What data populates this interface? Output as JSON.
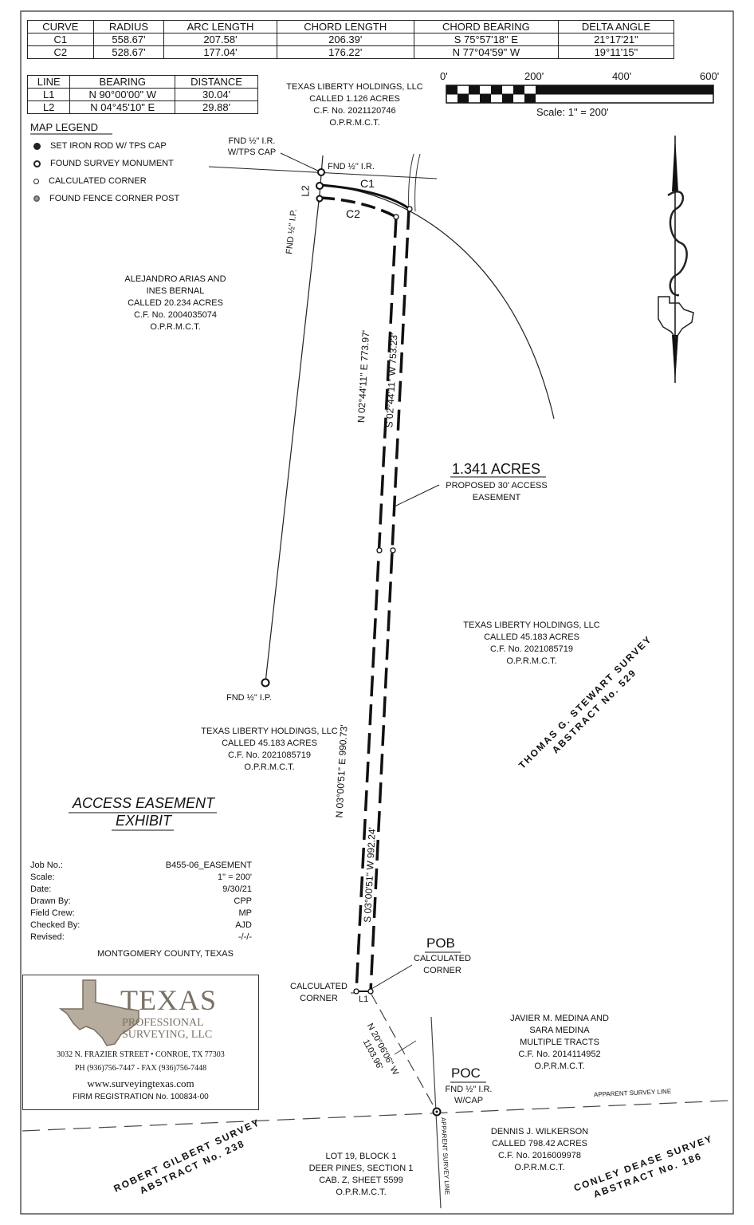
{
  "curve_table": {
    "headers": [
      "CURVE",
      "RADIUS",
      "ARC LENGTH",
      "CHORD LENGTH",
      "CHORD BEARING",
      "DELTA ANGLE"
    ],
    "rows": [
      [
        "C1",
        "558.67'",
        "207.58'",
        "206.39'",
        "S 75°57'18\" E",
        "21°17'21\""
      ],
      [
        "C2",
        "528.67'",
        "177.04'",
        "176.22'",
        "N 77°04'59\" W",
        "19°11'15\""
      ]
    ]
  },
  "line_table": {
    "headers": [
      "LINE",
      "BEARING",
      "DISTANCE"
    ],
    "rows": [
      [
        "L1",
        "N 90°00'00\" W",
        "30.04'"
      ],
      [
        "L2",
        "N 04°45'10\" E",
        "29.88'"
      ]
    ]
  },
  "scale": {
    "ticks": [
      "0'",
      "200'",
      "400'",
      "600'"
    ],
    "label": "Scale: 1\" = 200'"
  },
  "legend": {
    "title": "MAP LEGEND",
    "items": [
      "SET IRON ROD W/ TPS CAP",
      "FOUND SURVEY MONUMENT",
      "CALCULATED CORNER",
      "FOUND FENCE CORNER POST"
    ]
  },
  "owners": {
    "tlh_north": [
      "TEXAS LIBERTY HOLDINGS, LLC",
      "CALLED 1.126 ACRES",
      "C.F. No. 2021120746",
      "O.P.R.M.C.T."
    ],
    "arias": [
      "ALEJANDRO ARIAS AND",
      "INES BERNAL",
      "CALLED 20.234 ACRES",
      "C.F. No. 2004035074",
      "O.P.R.M.C.T."
    ],
    "tlh_east": [
      "TEXAS LIBERTY HOLDINGS, LLC",
      "CALLED 45.183 ACRES",
      "C.F. No. 2021085719",
      "O.P.R.M.C.T."
    ],
    "tlh_west": [
      "TEXAS LIBERTY HOLDINGS, LLC",
      "CALLED 45.183 ACRES",
      "C.F. No. 2021085719",
      "O.P.R.M.C.T."
    ],
    "medina": [
      "JAVIER M. MEDINA AND",
      "SARA MEDINA",
      "MULTIPLE TRACTS",
      "C.F. No. 2014114952",
      "O.P.R.M.C.T."
    ],
    "wilkerson": [
      "DENNIS J. WILKERSON",
      "CALLED 798.42 ACRES",
      "C.F. No. 2016009978",
      "O.P.R.M.C.T."
    ],
    "lot19": [
      "LOT 19, BLOCK 1",
      "DEER PINES, SECTION 1",
      "CAB. Z, SHEET 5599",
      "O.P.R.M.C.T."
    ]
  },
  "labels": {
    "fnd_ir_tps": [
      "FND ½\" I.R.",
      "W/TPS CAP"
    ],
    "fnd_ir": "FND ½\" I.R.",
    "fnd_ip_vert": "FND ½\" I.P.",
    "fnd_ip": "FND ½\" I.P.",
    "c1": "C1",
    "c2": "C2",
    "l2": "L2",
    "l1": "L1",
    "bearing_n1": "N 02°44'11\" E  773.97'",
    "bearing_s1": "S 02°44'11\" W  753.23'",
    "bearing_n2": "N 03°00'51\" E  990.73'",
    "bearing_s2": "S 03°00'51\" W  992.24'",
    "tie": [
      "N 20°06'06\" W",
      "1103.96'"
    ],
    "acres": "1.341 ACRES",
    "easement": [
      "PROPOSED 30' ACCESS",
      "EASEMENT"
    ],
    "pob": "POB",
    "pob_sub": [
      "CALCULATED",
      "CORNER"
    ],
    "calc_corner": [
      "CALCULATED",
      "CORNER"
    ],
    "poc": "POC",
    "poc_sub": [
      "FND ½\" I.R.",
      "W/CAP"
    ],
    "apparent_line": "APPARENT SURVEY LINE",
    "apparent_line_vert": "APPARENT SURVEY LINE"
  },
  "surveys": {
    "stewart": [
      "THOMAS G. STEWART SURVEY",
      "ABSTRACT No. 529"
    ],
    "gilbert": [
      "ROBERT GILBERT SURVEY",
      "ABSTRACT No. 238"
    ],
    "dease": [
      "CONLEY DEASE SURVEY",
      "ABSTRACT No. 186"
    ]
  },
  "title": [
    "ACCESS EASEMENT",
    "EXHIBIT"
  ],
  "job": {
    "rows": [
      [
        "Job No.:",
        "B455-06_EASEMENT"
      ],
      [
        "Scale:",
        "1\" = 200'"
      ],
      [
        "Date:",
        "9/30/21"
      ],
      [
        "Drawn By:",
        "CPP"
      ],
      [
        "Field Crew:",
        "MP"
      ],
      [
        "Checked By:",
        "AJD"
      ],
      [
        "Revised:",
        "-/-/-"
      ]
    ],
    "county": "MONTGOMERY COUNTY, TEXAS"
  },
  "company": {
    "name": "TEXAS",
    "sub": [
      "PROFESSIONAL",
      "SURVEYING, LLC"
    ],
    "address": "3032 N. FRAZIER STREET • CONROE, TX 77303",
    "phone": "PH (936)756-7447  -  FAX (936)756-7448",
    "web": "www.surveyingtexas.com",
    "firm": "FIRM REGISTRATION No. 100834-00"
  },
  "colors": {
    "ink": "#111111",
    "logo": "#8a7f70"
  }
}
